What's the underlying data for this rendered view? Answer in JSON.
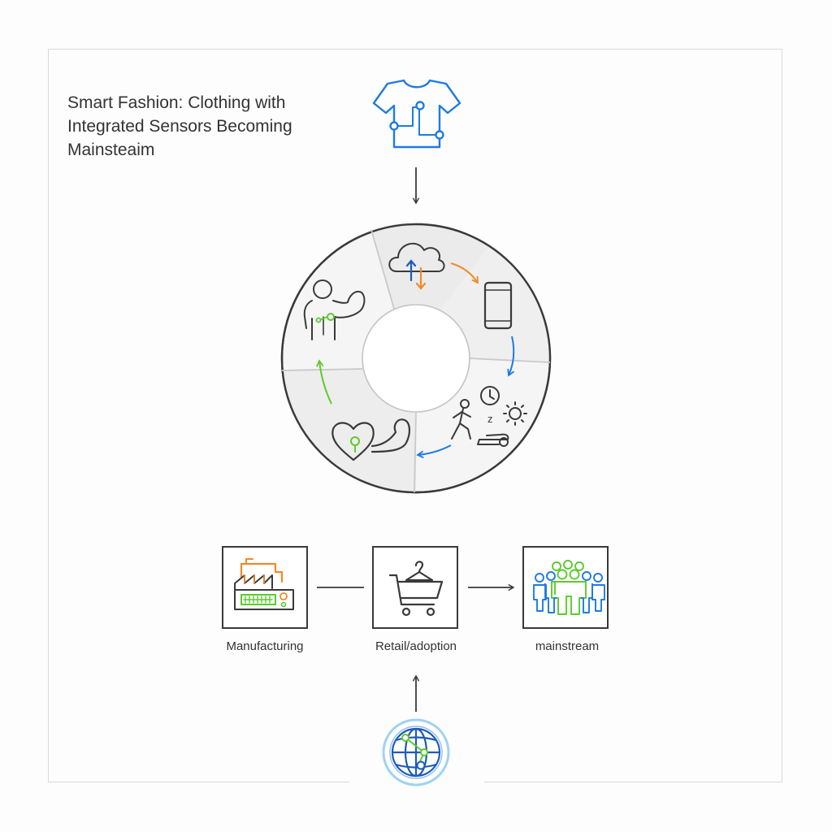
{
  "title": {
    "line1": "Smart Fashion: Clothing with",
    "line2": "Integrated Sensors Becoming",
    "line3": "Mainsteaim"
  },
  "cycle": {
    "segments": [
      "cloud-sync",
      "smartphone",
      "activity-tracking",
      "health-fitness",
      "body-sensor"
    ]
  },
  "stages": {
    "manufacturing": "Manufacturing",
    "retail": "Retail/adoption",
    "mainstream": "mainstream"
  },
  "icons": {
    "shirt": "smart-shirt-icon",
    "cloud": "cloud-sync-icon",
    "phone": "smartphone-icon",
    "activity": "activity-tracking-icon",
    "health": "heart-muscle-icon",
    "body": "body-sensor-icon",
    "factory": "factory-icon",
    "cart": "shopping-cart-hanger-icon",
    "crowd": "crowd-icon",
    "globe": "globe-network-icon"
  },
  "colors": {
    "blue": "#1e7be0",
    "orange": "#ef8a2a",
    "green": "#5ccb2e",
    "dark": "#3a3a3a"
  }
}
